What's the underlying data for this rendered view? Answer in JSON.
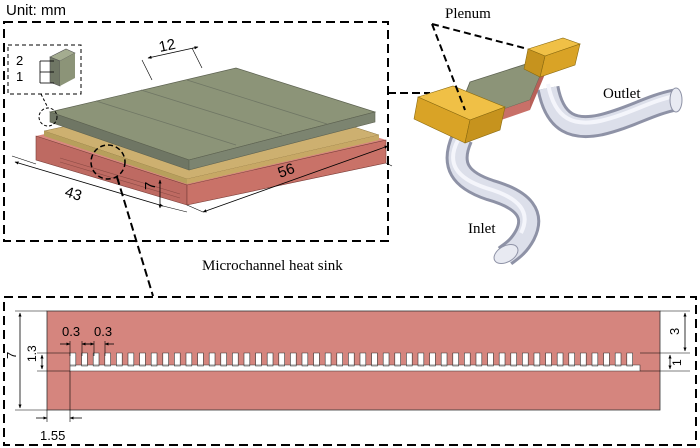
{
  "figure": {
    "unit_label": "Unit: mm",
    "plenum_label": "Plenum",
    "outlet_label": "Outlet",
    "inlet_label": "Inlet",
    "caption": "Microchannel heat sink",
    "inset_layer_top": "2",
    "inset_layer_bottom": "1",
    "dim_width_top": "12",
    "dim_length": "56",
    "dim_width": "43",
    "dim_height": "7",
    "section": {
      "channel_width": "0.3",
      "fin_width": "0.3",
      "total_height": "7",
      "channel_height": "1.3",
      "top_thickness": "3",
      "bottom_gap": "1",
      "edge_offset": "1.55"
    }
  },
  "colors": {
    "copper": "#C87068",
    "section_fill": "#D5857E",
    "cover": "#8C9478",
    "gold": "#E0A82A",
    "pipe": "#C7CAD8"
  }
}
